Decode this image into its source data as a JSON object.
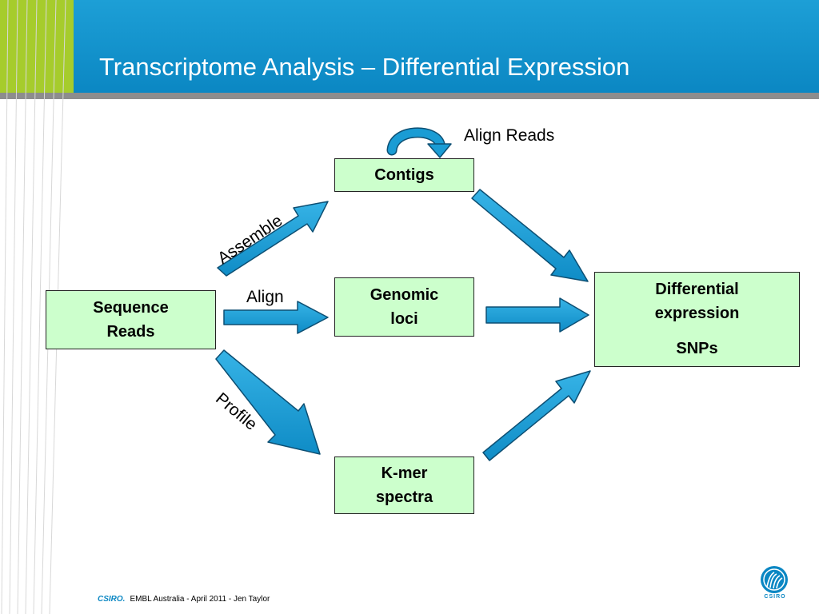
{
  "slide": {
    "title": "Transcriptome Analysis – Differential Expression"
  },
  "diagram": {
    "nodes": {
      "sequence_reads": "Sequence Reads",
      "contigs": "Contigs",
      "genomic_loci": "Genomic loci",
      "kmer_spectra": "K-mer spectra",
      "differential_expression": "Differential expression",
      "snps": "SNPs"
    },
    "edge_labels": {
      "align_reads": "Align Reads",
      "assemble": "Assemble",
      "align": "Align",
      "profile": "Profile"
    }
  },
  "footer": {
    "organization": "CSIRO.",
    "text": "EMBL Australia - April 2011 - Jen Taylor"
  },
  "logo": {
    "text": "CSIRO"
  },
  "colors": {
    "header_blue": "#0b87c3",
    "header_green": "#a6cc2c",
    "node_fill": "#ccffcc",
    "arrow_fill": "#1a9cd4"
  }
}
